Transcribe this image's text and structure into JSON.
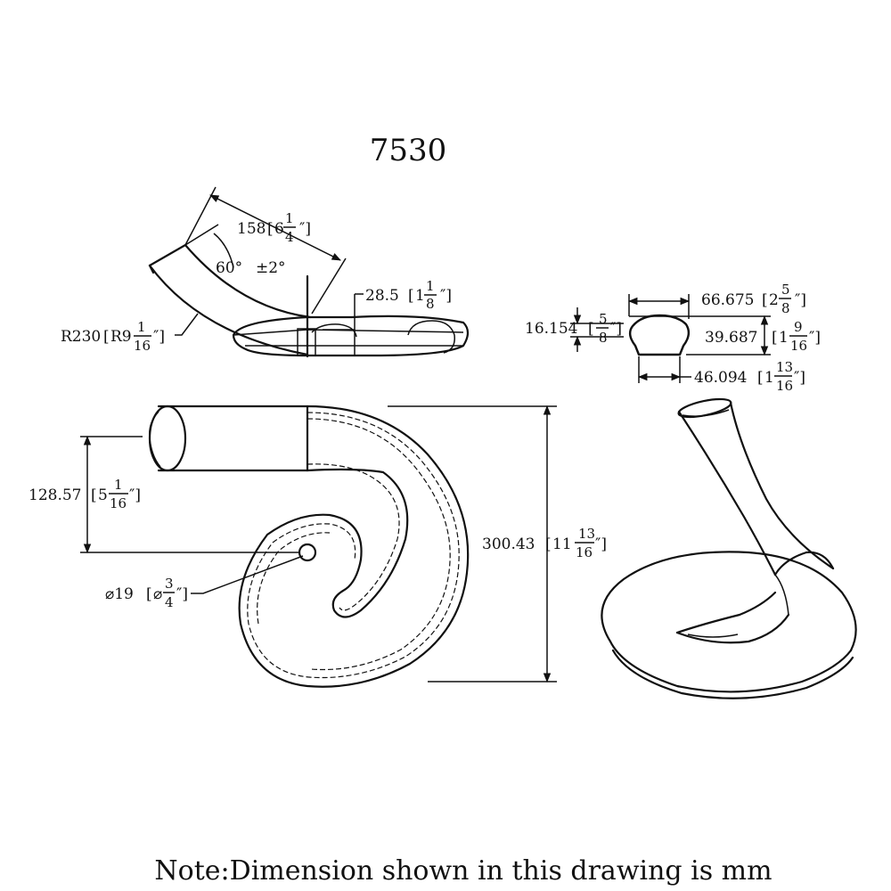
{
  "title": "7530",
  "note": "Note:Dimension shown in this drawing is mm",
  "dimensions": {
    "length": {
      "mm": "158",
      "in_whole": "6",
      "in_num": "1",
      "in_den": "4"
    },
    "angle": {
      "value": "60°",
      "tol": "±2°"
    },
    "radius": {
      "mm": "R230",
      "in_prefix": "R9",
      "in_num": "1",
      "in_den": "16"
    },
    "drop": {
      "mm": "28.5",
      "in_whole": "1",
      "in_num": "1",
      "in_den": "8"
    },
    "profile_width": {
      "mm": "66.675",
      "in_whole": "2",
      "in_num": "5",
      "in_den": "8"
    },
    "profile_groove": {
      "mm": "16.154",
      "in_num": "5",
      "in_den": "8"
    },
    "profile_height": {
      "mm": "39.687",
      "in_whole": "1",
      "in_num": "9",
      "in_den": "16"
    },
    "profile_base": {
      "mm": "46.094",
      "in_whole": "1",
      "in_num": "13",
      "in_den": "16"
    },
    "offset": {
      "mm": "128.57",
      "in_whole": "5",
      "in_num": "1",
      "in_den": "16"
    },
    "hole": {
      "mm": "⌀19",
      "in_prefix": "⌀",
      "in_num": "3",
      "in_den": "4"
    },
    "overall": {
      "mm": "300.43",
      "in_whole": "11",
      "in_num": "13",
      "in_den": "16"
    }
  }
}
